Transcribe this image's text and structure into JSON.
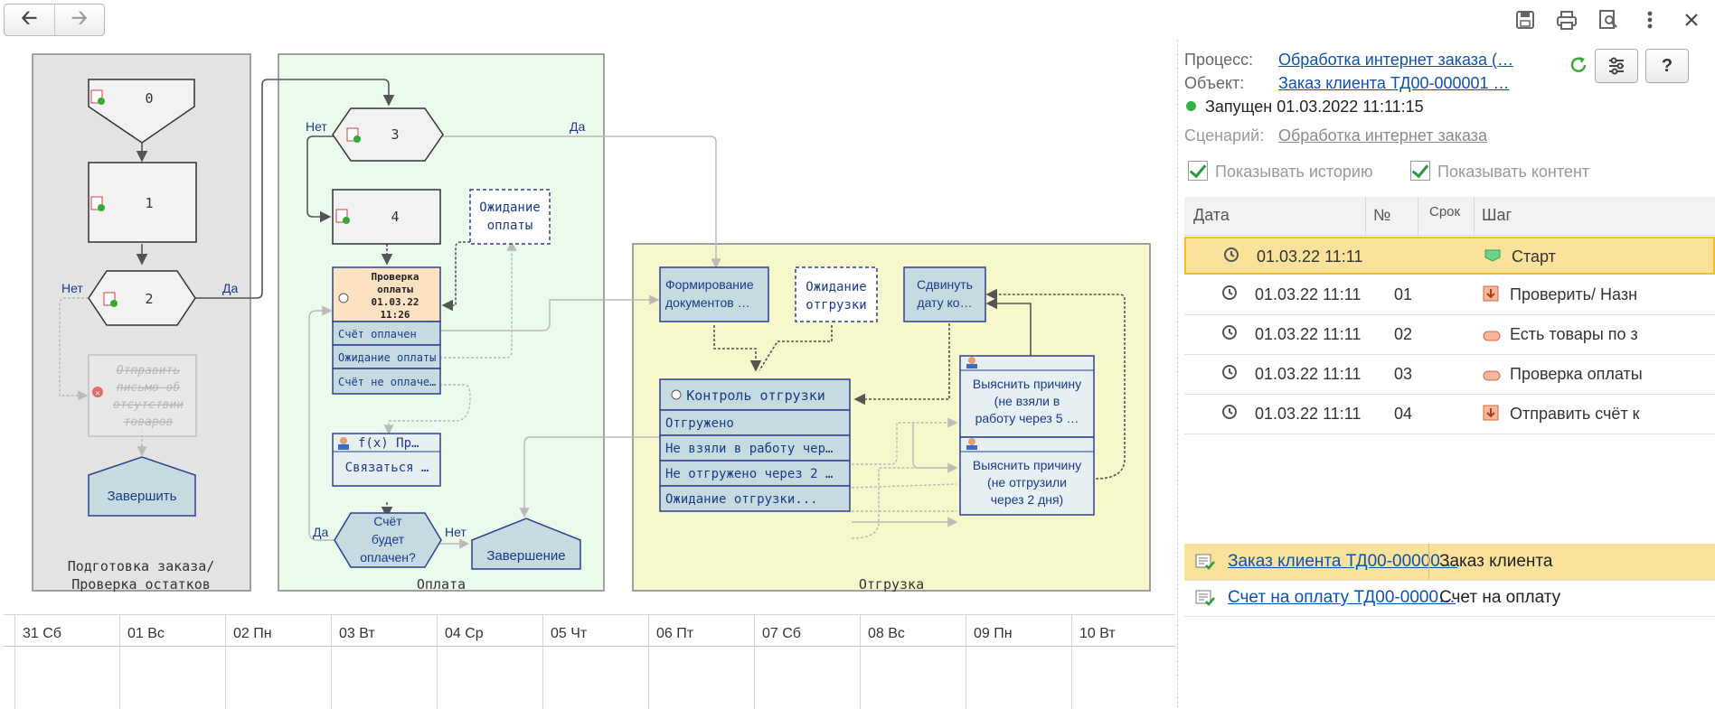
{
  "toolbar": {
    "back_label": "🡠",
    "forward_label": "🡢"
  },
  "diagram": {
    "groups": [
      {
        "label_line1": "Подготовка заказа/",
        "label_line2": "Проверка остатков"
      },
      {
        "label": "Оплата"
      },
      {
        "label": "Отгрузка"
      }
    ],
    "nodes": {
      "n0": "0",
      "n1": "1",
      "n2": "2",
      "n3": "3",
      "n4": "4",
      "send_letter": [
        "Отправить",
        "письмо об",
        "отсутствии",
        "товаров"
      ],
      "finish1": "Завершить",
      "wait_payment": [
        "Ожидание",
        "оплаты"
      ],
      "check_payment": [
        "Проверка",
        "оплаты",
        "01.03.22",
        "11:26"
      ],
      "check_payment_rows": [
        "Счёт оплачен",
        "Ожидание оплаты",
        "Счёт не оплаче…"
      ],
      "contact_header": "f(x)  Пр…",
      "contact": "Связаться …",
      "will_pay": [
        "Счёт",
        "будет",
        "оплачен?"
      ],
      "completion": "Завершение",
      "form_docs": [
        "Формирование",
        "документов …"
      ],
      "wait_shipment": [
        "Ожидание",
        "отгрузки"
      ],
      "shift_date": [
        "Сдвинуть",
        "дату ко…"
      ],
      "ship_control": "Контроль отгрузки",
      "ship_control_rows": [
        "Отгружено",
        "Не взяли в работу чер…",
        "Не отгружено через 2 …",
        "Ожидание отгрузки..."
      ],
      "reason1": [
        "Выяснить причину",
        "(не взяли в",
        "работу через 5 …"
      ],
      "reason2": [
        "Выяснить причину",
        "(не отгрузили",
        "через 2 дня)"
      ]
    },
    "edges": {
      "no": "Нет",
      "yes": "Да"
    }
  },
  "timeline": {
    "days": [
      "31 Сб",
      "01 Вс",
      "02 Пн",
      "03 Вт",
      "04 Ср",
      "05 Чт",
      "06 Пт",
      "07 Сб",
      "08 Вс",
      "09 Пн",
      "10 Вт"
    ]
  },
  "panel": {
    "process_label": "Процесс:",
    "process_value": "Обработка интернет заказа (…",
    "object_label": "Объект:",
    "object_value": "Заказ клиента ТД00-000001 …",
    "status": "Запущен 01.03.2022 11:11:15",
    "scenario_label": "Сценарий:",
    "scenario_value": "Обработка интернет заказа",
    "help_label": "?",
    "show_history": "Показывать историю",
    "show_content": "Показывать контент",
    "columns": {
      "date": "Дата",
      "num": "№",
      "term": "Срок",
      "step": "Шаг"
    },
    "rows": [
      {
        "date": "01.03.22 11:11",
        "num": "",
        "step": "Старт"
      },
      {
        "date": "01.03.22 11:11",
        "num": "01",
        "step": "Проверить/ Назн"
      },
      {
        "date": "01.03.22 11:11",
        "num": "02",
        "step": "Есть товары по з"
      },
      {
        "date": "01.03.22 11:11",
        "num": "03",
        "step": "Проверка оплаты"
      },
      {
        "date": "01.03.22 11:11",
        "num": "04",
        "step": "Отправить счёт к"
      }
    ],
    "documents": [
      {
        "link": "Заказ клиента ТД00-00000…",
        "type": "Заказ клиента"
      },
      {
        "link": "Счет на оплату ТД00-0000…",
        "type": "Счет на оплату"
      }
    ]
  },
  "colors": {
    "accent": "#0b53b2",
    "status_green": "#33b24a",
    "selection": "#fbe29a"
  }
}
